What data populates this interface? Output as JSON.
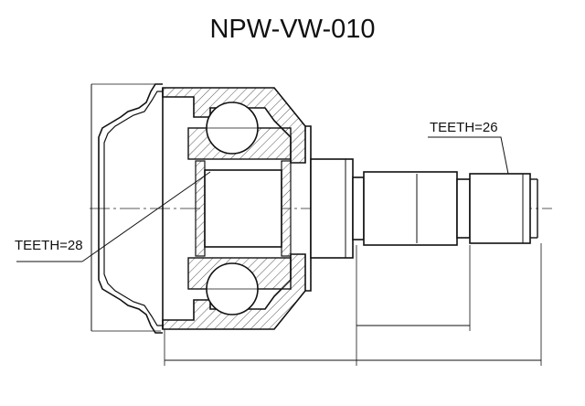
{
  "title": "NPW-VW-010",
  "callouts": {
    "left_teeth": "TEETH=28",
    "right_teeth": "TEETH=26"
  }
}
